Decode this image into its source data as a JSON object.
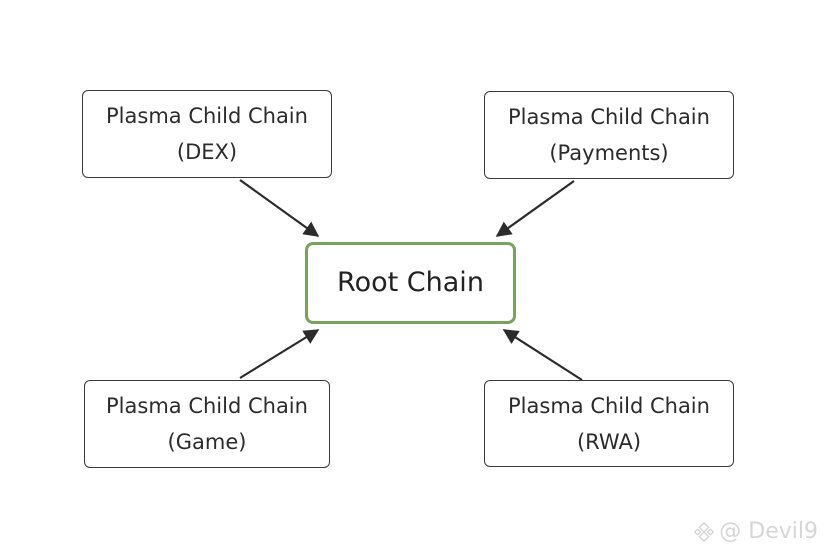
{
  "diagram": {
    "root": {
      "label": "Root Chain",
      "border_color": "#77a35f"
    },
    "children": [
      {
        "line1": "Plasma Child Chain",
        "line2": "(DEX)"
      },
      {
        "line1": "Plasma Child Chain",
        "line2": "(Payments)"
      },
      {
        "line1": "Plasma Child Chain",
        "line2": "(Game)"
      },
      {
        "line1": "Plasma Child Chain",
        "line2": "(RWA)"
      }
    ],
    "edges": [
      {
        "from": "Plasma Child Chain (DEX)",
        "to": "Root Chain"
      },
      {
        "from": "Plasma Child Chain (Payments)",
        "to": "Root Chain"
      },
      {
        "from": "Plasma Child Chain (Game)",
        "to": "Root Chain"
      },
      {
        "from": "Plasma Child Chain (RWA)",
        "to": "Root Chain"
      }
    ]
  },
  "watermark": {
    "icon": "binance-logo-icon",
    "text": "@ Devil9"
  }
}
